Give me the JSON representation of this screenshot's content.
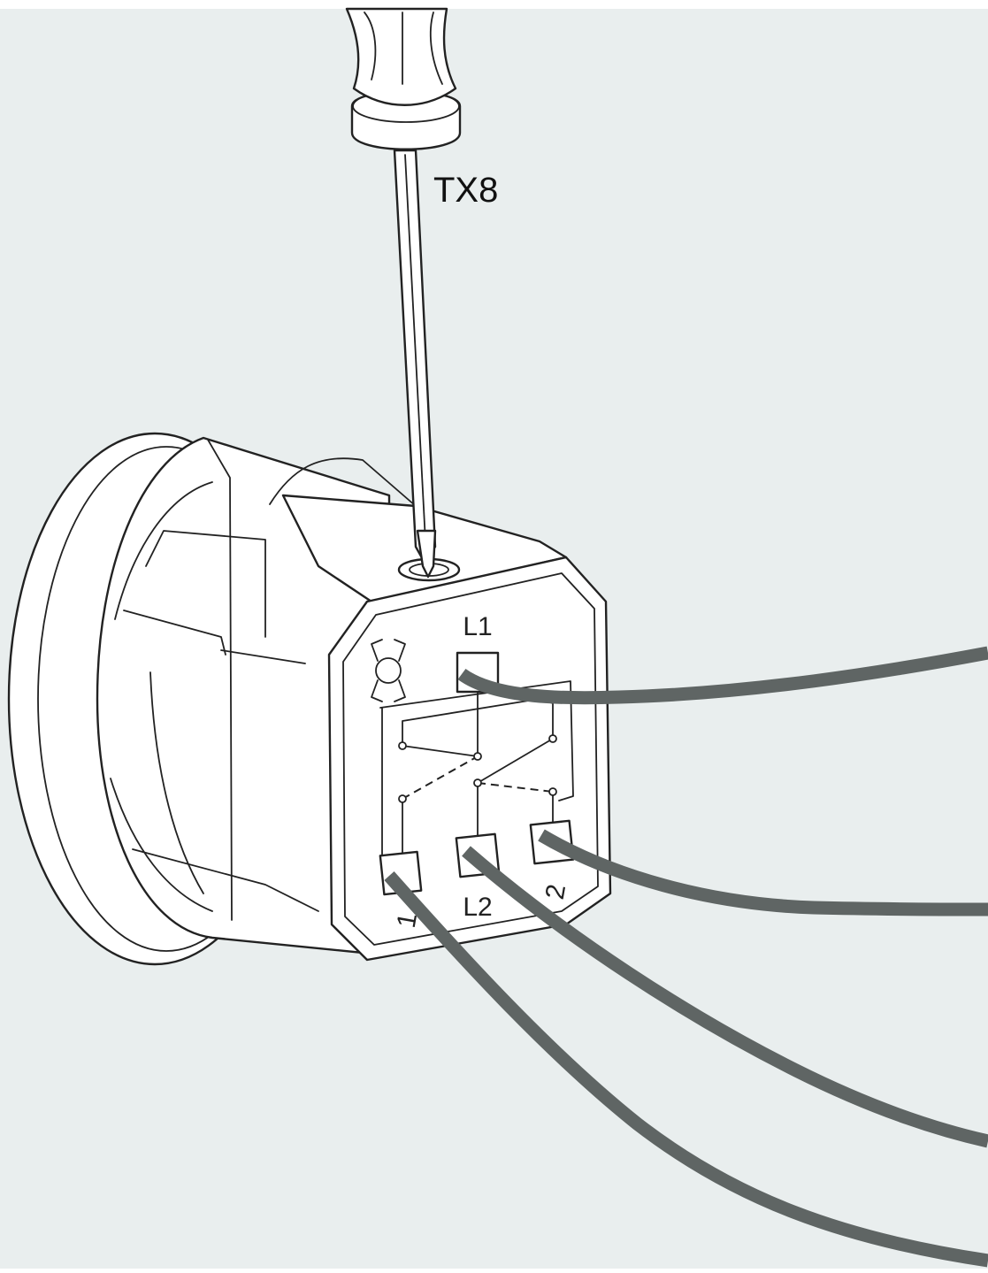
{
  "colors": {
    "background": "#e9eeee",
    "wire": "#5f6564",
    "outline": "#222222",
    "body_fill": "#ffffff"
  },
  "tool": {
    "label": "TX8"
  },
  "terminals": {
    "l1": "L1",
    "l2": "L2",
    "t1": "1",
    "t2": "2"
  },
  "icons": {
    "lamp_symbol": "lamp-symbol-icon"
  }
}
